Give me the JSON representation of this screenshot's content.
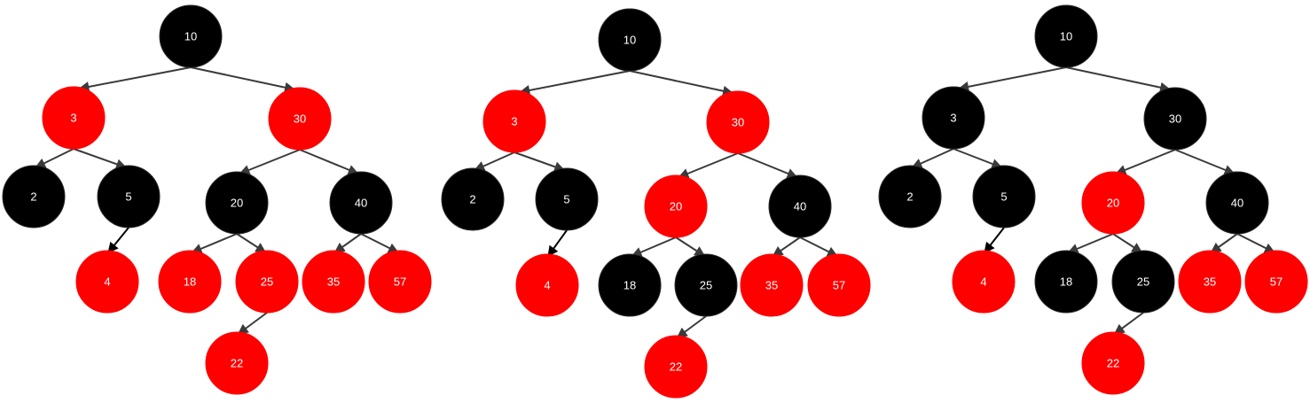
{
  "colors": {
    "red": "#ff0000",
    "black": "#000000",
    "edge": "#3a3a3a",
    "label": "#ffffff"
  },
  "trees": [
    {
      "nodes": [
        {
          "id": "10",
          "label": "10",
          "color": "black"
        },
        {
          "id": "3",
          "label": "3",
          "color": "red"
        },
        {
          "id": "30",
          "label": "30",
          "color": "red"
        },
        {
          "id": "2",
          "label": "2",
          "color": "black"
        },
        {
          "id": "5",
          "label": "5",
          "color": "black"
        },
        {
          "id": "20",
          "label": "20",
          "color": "black"
        },
        {
          "id": "40",
          "label": "40",
          "color": "black"
        },
        {
          "id": "4",
          "label": "4",
          "color": "red"
        },
        {
          "id": "18",
          "label": "18",
          "color": "red"
        },
        {
          "id": "25",
          "label": "25",
          "color": "red"
        },
        {
          "id": "35",
          "label": "35",
          "color": "red"
        },
        {
          "id": "57",
          "label": "57",
          "color": "red"
        },
        {
          "id": "22",
          "label": "22",
          "color": "red"
        }
      ],
      "edges": [
        [
          "10",
          "3"
        ],
        [
          "10",
          "30"
        ],
        [
          "3",
          "2"
        ],
        [
          "3",
          "5"
        ],
        [
          "5",
          "4"
        ],
        [
          "30",
          "20"
        ],
        [
          "30",
          "40"
        ],
        [
          "20",
          "18"
        ],
        [
          "20",
          "25"
        ],
        [
          "40",
          "35"
        ],
        [
          "40",
          "57"
        ],
        [
          "25",
          "22"
        ]
      ]
    },
    {
      "nodes": [
        {
          "id": "10",
          "label": "10",
          "color": "black"
        },
        {
          "id": "3",
          "label": "3",
          "color": "red"
        },
        {
          "id": "30",
          "label": "30",
          "color": "red"
        },
        {
          "id": "2",
          "label": "2",
          "color": "black"
        },
        {
          "id": "5",
          "label": "5",
          "color": "black"
        },
        {
          "id": "20",
          "label": "20",
          "color": "red"
        },
        {
          "id": "40",
          "label": "40",
          "color": "black"
        },
        {
          "id": "4",
          "label": "4",
          "color": "red"
        },
        {
          "id": "18",
          "label": "18",
          "color": "black"
        },
        {
          "id": "25",
          "label": "25",
          "color": "black"
        },
        {
          "id": "35",
          "label": "35",
          "color": "red"
        },
        {
          "id": "57",
          "label": "57",
          "color": "red"
        },
        {
          "id": "22",
          "label": "22",
          "color": "red"
        }
      ],
      "edges": [
        [
          "10",
          "3"
        ],
        [
          "10",
          "30"
        ],
        [
          "3",
          "2"
        ],
        [
          "3",
          "5"
        ],
        [
          "5",
          "4"
        ],
        [
          "30",
          "20"
        ],
        [
          "30",
          "40"
        ],
        [
          "20",
          "18"
        ],
        [
          "20",
          "25"
        ],
        [
          "40",
          "35"
        ],
        [
          "40",
          "57"
        ],
        [
          "25",
          "22"
        ]
      ]
    },
    {
      "nodes": [
        {
          "id": "10",
          "label": "10",
          "color": "black"
        },
        {
          "id": "3",
          "label": "3",
          "color": "black"
        },
        {
          "id": "30",
          "label": "30",
          "color": "black"
        },
        {
          "id": "2",
          "label": "2",
          "color": "black"
        },
        {
          "id": "5",
          "label": "5",
          "color": "black"
        },
        {
          "id": "20",
          "label": "20",
          "color": "red"
        },
        {
          "id": "40",
          "label": "40",
          "color": "black"
        },
        {
          "id": "4",
          "label": "4",
          "color": "red"
        },
        {
          "id": "18",
          "label": "18",
          "color": "black"
        },
        {
          "id": "25",
          "label": "25",
          "color": "black"
        },
        {
          "id": "35",
          "label": "35",
          "color": "red"
        },
        {
          "id": "57",
          "label": "57",
          "color": "red"
        },
        {
          "id": "22",
          "label": "22",
          "color": "red"
        }
      ],
      "edges": [
        [
          "10",
          "3"
        ],
        [
          "10",
          "30"
        ],
        [
          "3",
          "2"
        ],
        [
          "3",
          "5"
        ],
        [
          "5",
          "4"
        ],
        [
          "30",
          "20"
        ],
        [
          "30",
          "40"
        ],
        [
          "20",
          "18"
        ],
        [
          "20",
          "25"
        ],
        [
          "40",
          "35"
        ],
        [
          "40",
          "57"
        ],
        [
          "25",
          "22"
        ]
      ]
    }
  ]
}
